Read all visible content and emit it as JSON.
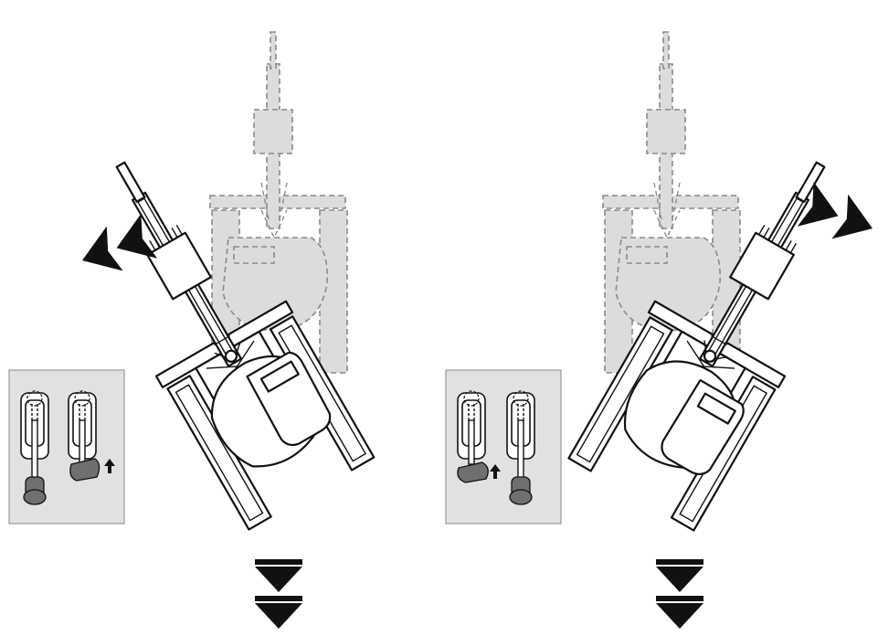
{
  "figure": {
    "description_panels": [
      {
        "id": "left",
        "swing_direction": "left",
        "lever_pushed": "right"
      },
      {
        "id": "right",
        "swing_direction": "right",
        "lever_pushed": "left"
      }
    ],
    "icons": {
      "excavator": "excavator-top-view-icon",
      "swing_arrow": "double-chevron-arrow-icon",
      "travel_arrow": "double-down-arrow-icon",
      "lever": "travel-lever-icon",
      "push_arrow": "up-arrow-icon"
    },
    "colors": {
      "ghost_fill": "#dcdcdc",
      "lever_panel": "#e1e1e1",
      "lever_knob": "#6f6f6f",
      "ink": "#111111"
    }
  }
}
